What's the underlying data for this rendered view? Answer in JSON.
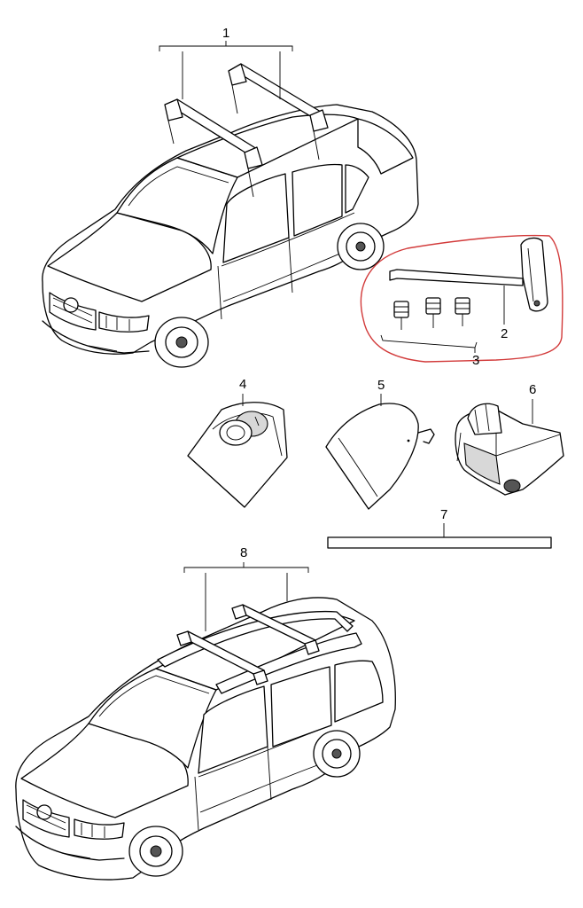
{
  "callouts": {
    "c1": "1",
    "c2": "2",
    "c3": "3",
    "c4": "4",
    "c5": "5",
    "c6": "6",
    "c7": "7",
    "c8": "8"
  },
  "colors": {
    "line": "#000000",
    "highlight": "#d23a3a",
    "background": "#ffffff"
  }
}
